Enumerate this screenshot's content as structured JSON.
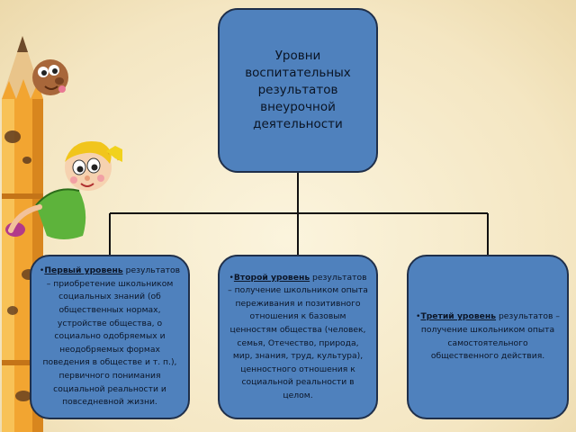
{
  "colors": {
    "box_fill": "#4f81bd",
    "box_border": "#1f2f4a",
    "connector": "#111111",
    "background": "#f5e9c8"
  },
  "root": {
    "title": "Уровни воспитательных результатов внеурочной деятельности"
  },
  "levels": [
    {
      "heading": "Первый уровень",
      "text": " результатов – приобретение школьником социальных знаний (об общественных нормах, устройстве общества, о социально одобряемых и неодобряемых формах поведения в обществе и т. п.), первичного понимания социальной реальности и повседневной жизни."
    },
    {
      "heading": "Второй уровень",
      "text": " результатов – получение школьником опыта переживания и позитивного отношения к базовым ценностям общества (человек, семья, Отечество, природа, мир, знания, труд, культура), ценностного отношения к социальной реальности в целом."
    },
    {
      "heading": "Третий уровень",
      "text": " результатов – получение школьником опыта самостоятельного общественного действия."
    }
  ],
  "illustration": {
    "description_icon": "pencil-with-kids-illustration"
  }
}
